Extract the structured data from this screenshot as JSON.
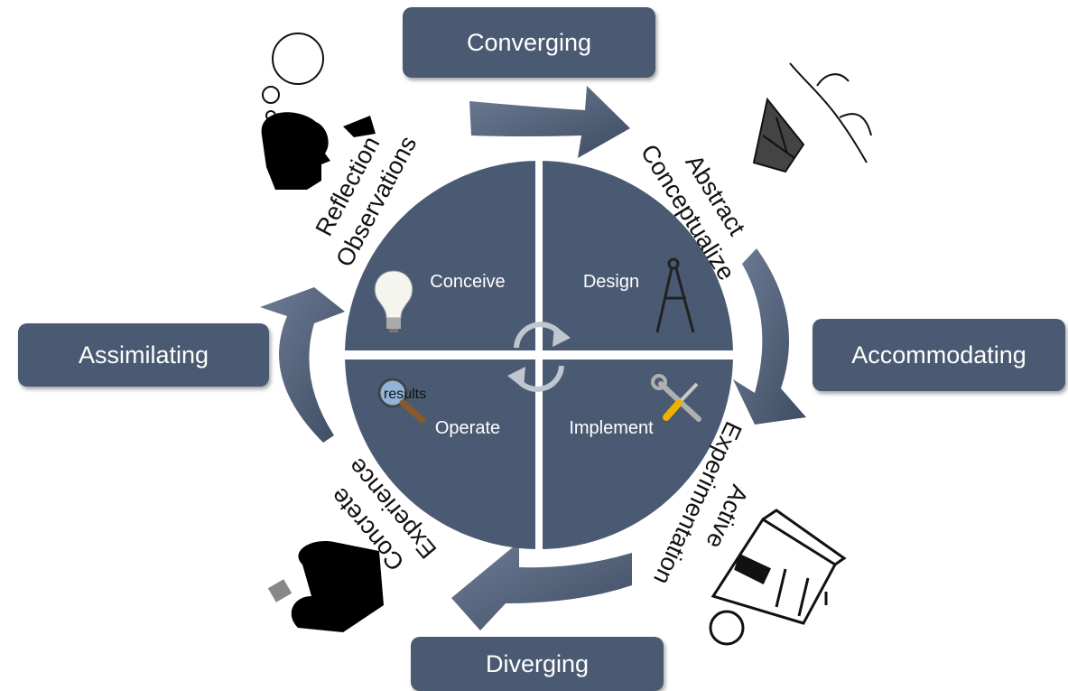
{
  "styles": [
    {
      "id": "top",
      "label": "Converging"
    },
    {
      "id": "right",
      "label": "Accommodating"
    },
    {
      "id": "bottom",
      "label": "Diverging"
    },
    {
      "id": "left",
      "label": "Assimilating"
    }
  ],
  "stages": [
    {
      "lines": [
        "Reflection",
        "Observations"
      ]
    },
    {
      "lines": [
        "Abstract",
        "Conceptualize"
      ]
    },
    {
      "lines": [
        "Active",
        "Experimentation"
      ]
    },
    {
      "lines": [
        "Concrete",
        "Experience"
      ]
    }
  ],
  "quadrants": {
    "conceive": "Conceive",
    "design": "Design",
    "operate": "Operate",
    "implement": "Implement"
  },
  "icon_caption": "results",
  "colors": {
    "fill": "#4a5a72",
    "arrow": "#52627c",
    "text": "#ffffff",
    "cycle": "#c0c6cf"
  },
  "icons": [
    "thinker-with-thought-bubble-icon",
    "butterfly-on-branch-icon",
    "lightbulb-icon",
    "compass-icon",
    "magnifier-icon",
    "wrench-screwdriver-icon",
    "chemistry-apparatus-icon",
    "hands-experimenting-icon",
    "cycle-arrows-icon"
  ]
}
